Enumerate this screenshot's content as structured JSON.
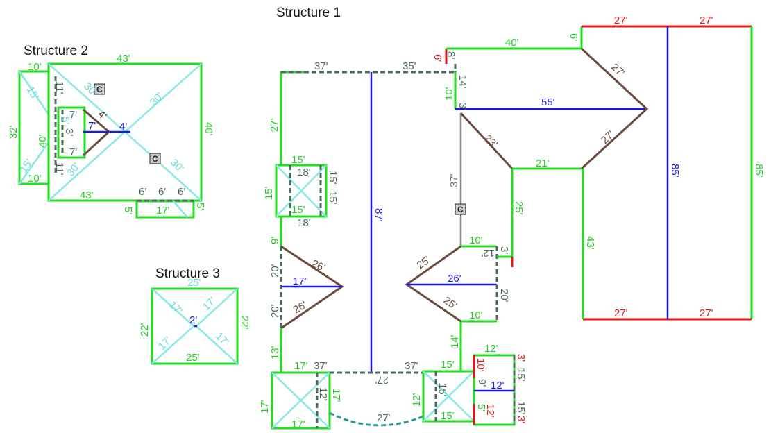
{
  "structures": {
    "structure1": "Structure 1",
    "structure2": "Structure 2",
    "structure3": "Structure 3"
  },
  "marker": "C",
  "colors": {
    "eave": "#22dd22",
    "dashed_edge": "#4a6a5a",
    "hip": "#88e8e8",
    "ridge": "#1a1ae0",
    "valley": "#6a4a3a",
    "rake": "#e01818"
  },
  "labels": {
    "s1_37_top": "37'",
    "s1_35_top": "35'",
    "s1_27_left": "27'",
    "s1_87": "87'",
    "s1_15_skylight_top": "15'",
    "s1_15_skylight_left": "15'",
    "s1_15_skylight_r1": "15'",
    "s1_15_skylight_r2": "15'",
    "s1_15_skylight_bot": "15'",
    "s1_18_top": "18'",
    "s1_18_bot": "18'",
    "s1_9": "9'",
    "s1_26_up": "26'",
    "s1_17": "17'",
    "s1_20_a": "20'",
    "s1_20_b": "20'",
    "s1_26_dn": "26'",
    "s1_13": "13'",
    "s1_17_bl_top": "17'",
    "s1_37_bl": "37'",
    "s1_17_bl_left": "17'",
    "s1_17_bl_right": "17'",
    "s1_17_bl_bot": "17'",
    "s1_12_bl": "12'",
    "s1_27_curve_top": "27'",
    "s1_27_curve_bot": "27'",
    "s1_37_br": "37'",
    "s1_15_br_top": "15'",
    "s1_12_br_left": "12'",
    "s1_15_br_bot": "15'",
    "s1_15_br_in": "15'",
    "s1_14": "14'",
    "s1_25_tri_up": "25'",
    "s1_26_tri": "26'",
    "s1_25_tri_dn": "25'",
    "s1_10_a": "10'",
    "s1_10_b": "10'",
    "s1_20_c": "20'",
    "s1_12_c": "12'",
    "s1_3_c": "3'",
    "s1_37_mid": "37'",
    "s1_6_red": "6'",
    "s1_8": "8'",
    "s1_40": "40'",
    "s1_6_top": "6'",
    "s1_14_b": "14'",
    "s1_10_c": "10'",
    "s1_3_d": "3'",
    "s1_55": "55'",
    "s1_23": "23'",
    "s1_27_hip1": "27'",
    "s1_27_hip2": "27'",
    "s1_21": "21'",
    "s1_25_right": "25'",
    "s1_43": "43'",
    "s1_85_mid": "85'",
    "s1_85_right": "85'",
    "s1_27_r1": "27'",
    "s1_27_r2": "27'",
    "s1_27_r3": "27'",
    "s1_27_r4": "27'",
    "s1_12_box": "12'",
    "s1_12_box_ridge": "12'",
    "s1_10_box": "10'",
    "s1_9_box": "9'",
    "s1_3_box1": "3'",
    "s1_15_box1": "15'",
    "s1_15_box2": "15'",
    "s1_3_box2": "3'",
    "s1_12_box_bot": "12'",
    "s1_5_box": "5'",
    "s2_10_top": "10'",
    "s2_43_top": "43'",
    "s2_32": "32'",
    "s2_15_a": "15'",
    "s2_15_b": "15'",
    "s2_40_left": "40'",
    "s2_10_bot": "10'",
    "s2_11": "11'",
    "s2_7_a": "7'",
    "s2_7_b": "7'",
    "s2_7_c": "7'",
    "s2_3": "3'",
    "s2_5": "5'",
    "s2_4": "4'",
    "s2_30_a": "30'",
    "s2_30_b": "30'",
    "s2_30_c": "30'",
    "s2_30_d": "30'",
    "s2_40_right": "40'",
    "s2_43_bot": "43'",
    "s2_6_a": "6'",
    "s2_6_b": "6'",
    "s2_6_c": "6'",
    "s2_5_left": "5'",
    "s2_5_right": "5'",
    "s2_17": "17'",
    "s2_11_b": "11'",
    "s2_4_b": "4'",
    "s3_25_top": "25'",
    "s3_22_left": "22'",
    "s3_22_right": "22'",
    "s3_25_bot": "25'",
    "s3_17_a": "17'",
    "s3_17_b": "17'",
    "s3_17_c": "17'",
    "s3_17_d": "17'",
    "s3_2": "2'"
  }
}
